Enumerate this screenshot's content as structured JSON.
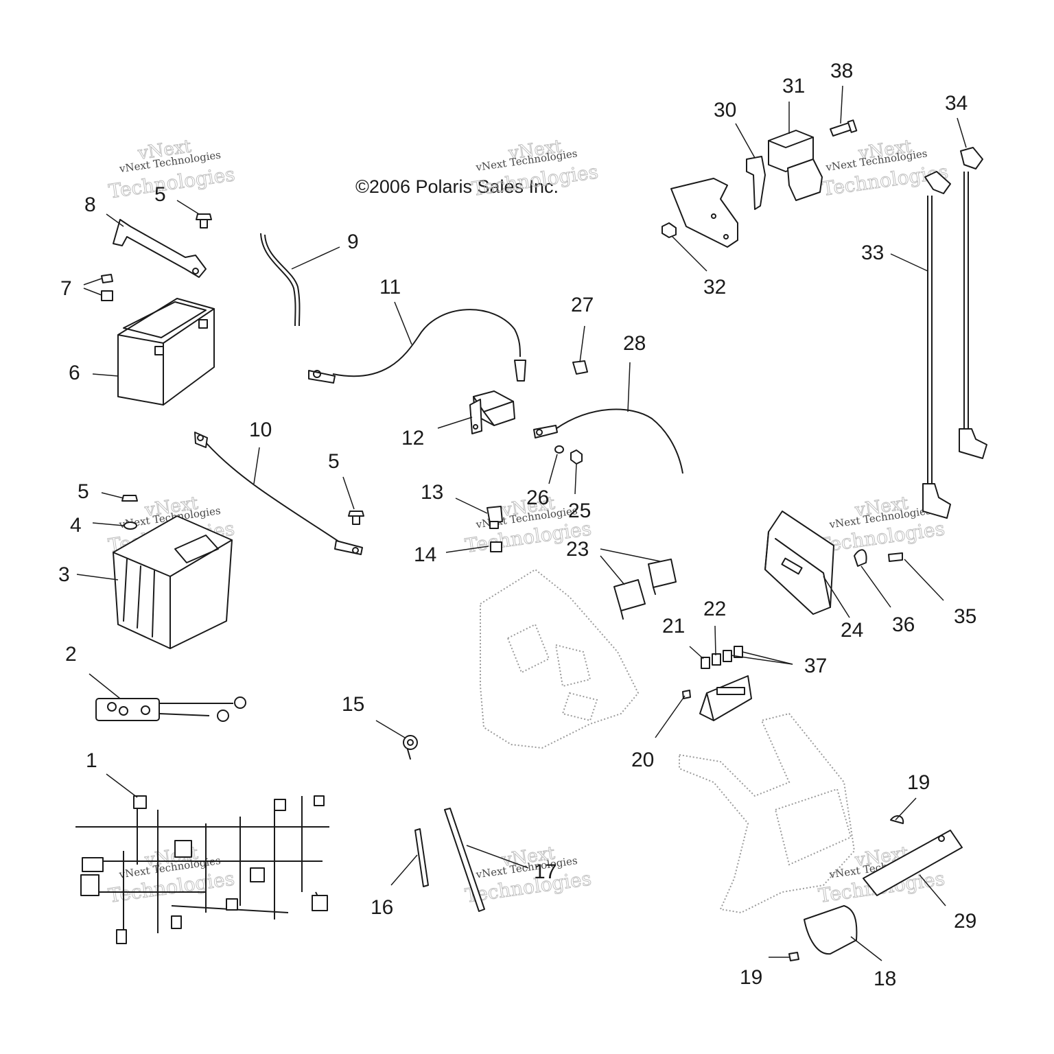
{
  "copyright": "©2006 Polaris Sales Inc.",
  "watermark": {
    "line1": "vNext",
    "line2": "vNext Technologies",
    "line3": "Technologies"
  },
  "callouts": [
    {
      "id": "1",
      "label": "1"
    },
    {
      "id": "2",
      "label": "2"
    },
    {
      "id": "3",
      "label": "3"
    },
    {
      "id": "4",
      "label": "4"
    },
    {
      "id": "5a",
      "label": "5"
    },
    {
      "id": "5b",
      "label": "5"
    },
    {
      "id": "5c",
      "label": "5"
    },
    {
      "id": "6",
      "label": "6"
    },
    {
      "id": "7",
      "label": "7"
    },
    {
      "id": "8",
      "label": "8"
    },
    {
      "id": "9",
      "label": "9"
    },
    {
      "id": "10",
      "label": "10"
    },
    {
      "id": "11",
      "label": "11"
    },
    {
      "id": "12",
      "label": "12"
    },
    {
      "id": "13",
      "label": "13"
    },
    {
      "id": "14",
      "label": "14"
    },
    {
      "id": "15",
      "label": "15"
    },
    {
      "id": "16",
      "label": "16"
    },
    {
      "id": "17",
      "label": "17"
    },
    {
      "id": "18",
      "label": "18"
    },
    {
      "id": "19a",
      "label": "19"
    },
    {
      "id": "19b",
      "label": "19"
    },
    {
      "id": "20",
      "label": "20"
    },
    {
      "id": "21",
      "label": "21"
    },
    {
      "id": "22",
      "label": "22"
    },
    {
      "id": "23",
      "label": "23"
    },
    {
      "id": "24",
      "label": "24"
    },
    {
      "id": "25",
      "label": "25"
    },
    {
      "id": "26",
      "label": "26"
    },
    {
      "id": "27",
      "label": "27"
    },
    {
      "id": "28",
      "label": "28"
    },
    {
      "id": "29",
      "label": "29"
    },
    {
      "id": "30",
      "label": "30"
    },
    {
      "id": "31",
      "label": "31"
    },
    {
      "id": "32",
      "label": "32"
    },
    {
      "id": "33",
      "label": "33"
    },
    {
      "id": "34",
      "label": "34"
    },
    {
      "id": "35",
      "label": "35"
    },
    {
      "id": "36",
      "label": "36"
    },
    {
      "id": "37",
      "label": "37"
    },
    {
      "id": "38",
      "label": "38"
    }
  ]
}
